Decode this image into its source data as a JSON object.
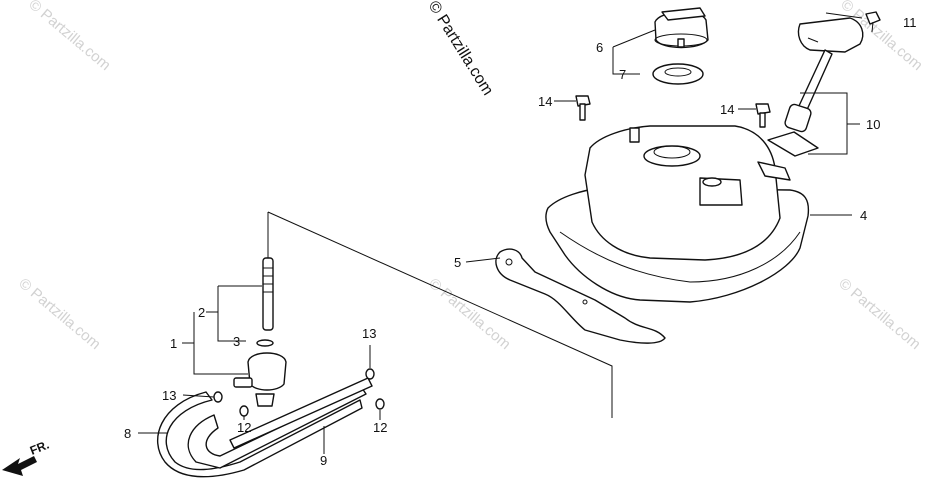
{
  "credit": "© Partzilla.com",
  "watermark": "© Partzilla.com",
  "front_marker": "FR.",
  "callouts": {
    "c1": "1",
    "c2": "2",
    "c3": "3",
    "c4": "4",
    "c5": "5",
    "c6": "6",
    "c7": "7",
    "c8": "8",
    "c9": "9",
    "c10": "10",
    "c11": "11",
    "c12a": "12",
    "c12b": "12",
    "c13a": "13",
    "c13b": "13",
    "c14a": "14",
    "c14b": "14"
  }
}
